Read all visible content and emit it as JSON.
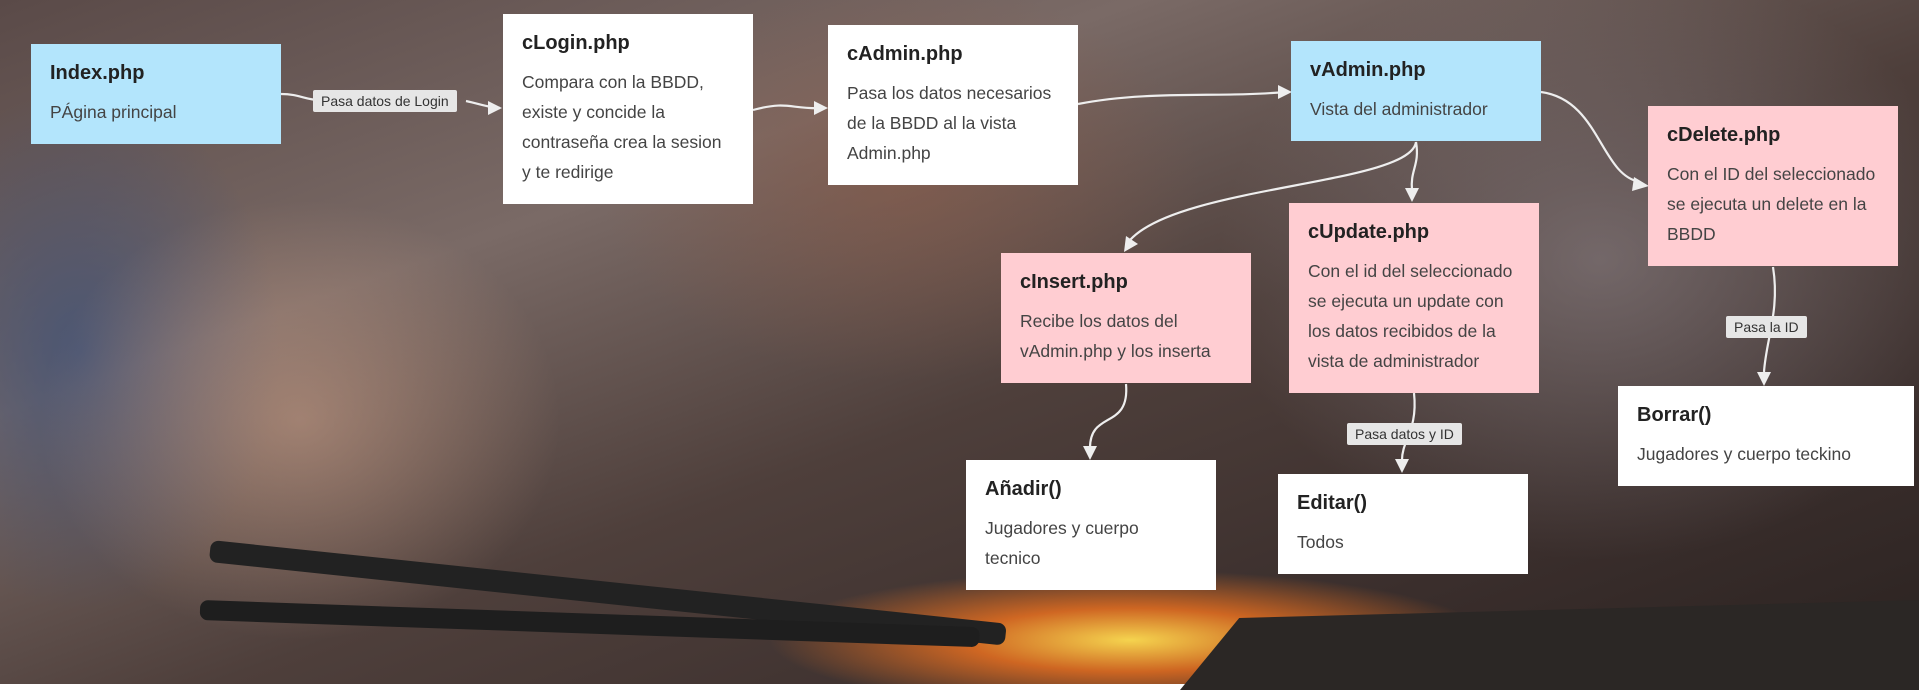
{
  "nodes": {
    "index": {
      "title": "Index.php",
      "text": "PÁgina principal",
      "color": "#b3e5fc"
    },
    "clogin": {
      "title": "cLogin.php",
      "text": "Compara con la BBDD, existe y concide la contraseña crea la sesion y te redirige",
      "color": "#ffffff"
    },
    "cadmin": {
      "title": "cAdmin.php",
      "text": "Pasa los datos necesarios de la BBDD al la vista Admin.php",
      "color": "#ffffff"
    },
    "vadmin": {
      "title": "vAdmin.php",
      "text": "Vista del administrador",
      "color": "#b3e5fc"
    },
    "cdelete": {
      "title": "cDelete.php",
      "text": "Con el ID del seleccionado se ejecuta un delete en la BBDD",
      "color": "#ffcdd2"
    },
    "cupdate": {
      "title": "cUpdate.php",
      "text": "Con el id del seleccionado se ejecuta un update con los datos recibidos de la vista de administrador",
      "color": "#ffcdd2"
    },
    "cinsert": {
      "title": "cInsert.php",
      "text": "Recibe los datos del vAdmin.php y los inserta",
      "color": "#ffcdd2"
    },
    "anadir": {
      "title": "Añadir()",
      "text": "Jugadores y cuerpo tecnico",
      "color": "#ffffff"
    },
    "editar": {
      "title": "Editar()",
      "text": "Todos",
      "color": "#ffffff"
    },
    "borrar": {
      "title": "Borrar()",
      "text": "Jugadores y cuerpo teckino",
      "color": "#ffffff"
    }
  },
  "edges": {
    "index_clogin": {
      "label": "Pasa datos de Login"
    },
    "cupdate_editar": {
      "label": "Pasa datos y ID"
    },
    "cdelete_borrar": {
      "label": "Pasa la ID"
    }
  }
}
